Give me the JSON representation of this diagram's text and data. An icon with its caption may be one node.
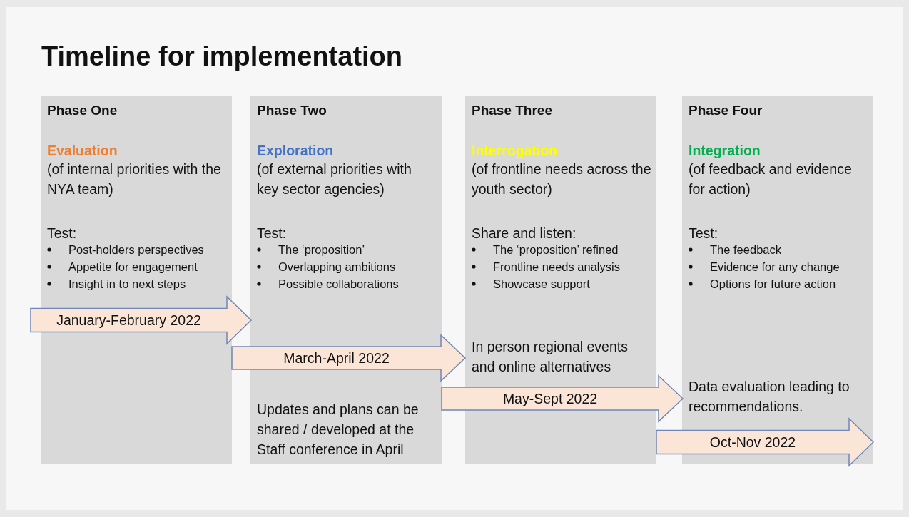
{
  "diagram": {
    "title": "Timeline for implementation",
    "nodes": [
      {
        "text": [
          "Phase One",
          "Evaluation",
          "(of internal priorities with the NYA team)",
          "Test:",
          "Post-holders perspectives",
          "Appetite for engagement",
          "Insight in to next steps"
        ]
      },
      {
        "text": [
          "Phase Two",
          "Exploration",
          "(of external priorities with key sector agencies)",
          "Test:",
          "The ‘proposition’",
          "Overlapping ambitions",
          "Possible collaborations",
          "Updates and plans can be shared / developed at the Staff conference in April"
        ]
      },
      {
        "text": [
          "Phase Three",
          "Interrogation",
          "(of frontline needs across the youth sector)",
          "Share and listen:",
          "The ‘proposition’ refined",
          "Frontline needs analysis",
          "Showcase support",
          "In person regional events and online alternatives"
        ]
      },
      {
        "text": [
          "Phase Four",
          "Integration",
          "(of feedback and evidence for action)",
          "Test:",
          "The feedback",
          "Evidence for any change",
          "Options for future action",
          "Data evaluation leading to recommendations."
        ]
      }
    ],
    "edges": [
      {
        "from": 0,
        "to": 1,
        "arrow": "to",
        "label": "January-February 2022"
      },
      {
        "from": 1,
        "to": 2,
        "arrow": "to",
        "label": "March-April 2022"
      },
      {
        "from": 2,
        "to": 3,
        "arrow": "to",
        "label": "May-Sept 2022"
      },
      {
        "from": null,
        "to": 3,
        "arrow": "to",
        "label": "Oct-Nov 2022"
      }
    ]
  }
}
